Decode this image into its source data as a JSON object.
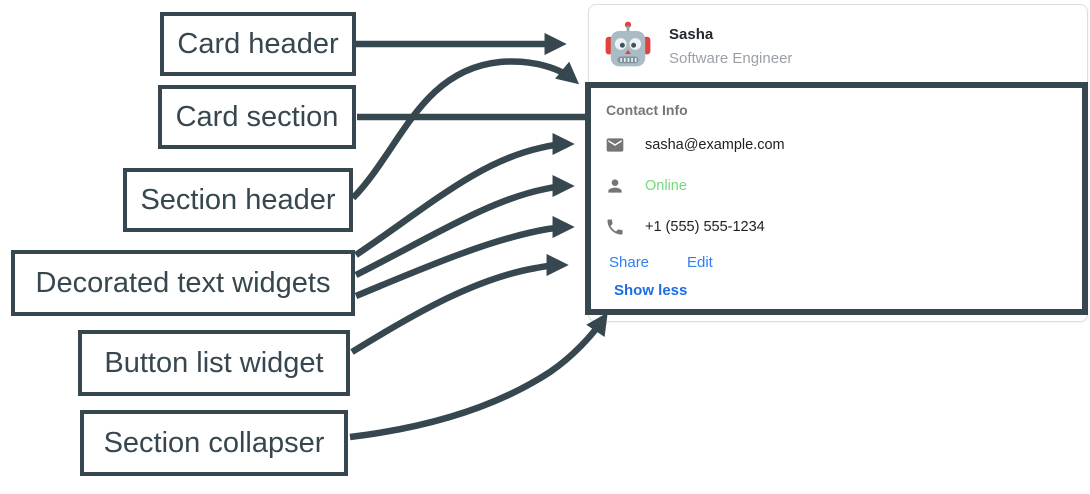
{
  "figure": {
    "annotations": [
      {
        "id": "card-header",
        "label": "Card header"
      },
      {
        "id": "card-section",
        "label": "Card section"
      },
      {
        "id": "section-header",
        "label": "Section header"
      },
      {
        "id": "decorated-text-widgets",
        "label": "Decorated text widgets"
      },
      {
        "id": "button-list-widget",
        "label": "Button list widget"
      },
      {
        "id": "section-collapser",
        "label": "Section collapser"
      }
    ]
  },
  "card": {
    "header": {
      "avatar": "robot-icon",
      "name": "Sasha",
      "role": "Software Engineer"
    },
    "section": {
      "title": "Contact Info",
      "rows": [
        {
          "icon": "mail-icon",
          "text": "sasha@example.com"
        },
        {
          "icon": "person-icon",
          "text": "Online"
        },
        {
          "icon": "phone-icon",
          "text": "+1 (555) 555-1234"
        }
      ],
      "buttons": [
        {
          "label": "Share"
        },
        {
          "label": "Edit"
        }
      ],
      "collapser_label": "Show less"
    }
  },
  "colors": {
    "annotation_slate": "#37474F",
    "link_blue": "#2E7FF2",
    "collapser_blue": "#1B6FE3",
    "status_green": "#70DB78",
    "icon_gray": "#757575",
    "card_border": "#DEDEDE"
  }
}
